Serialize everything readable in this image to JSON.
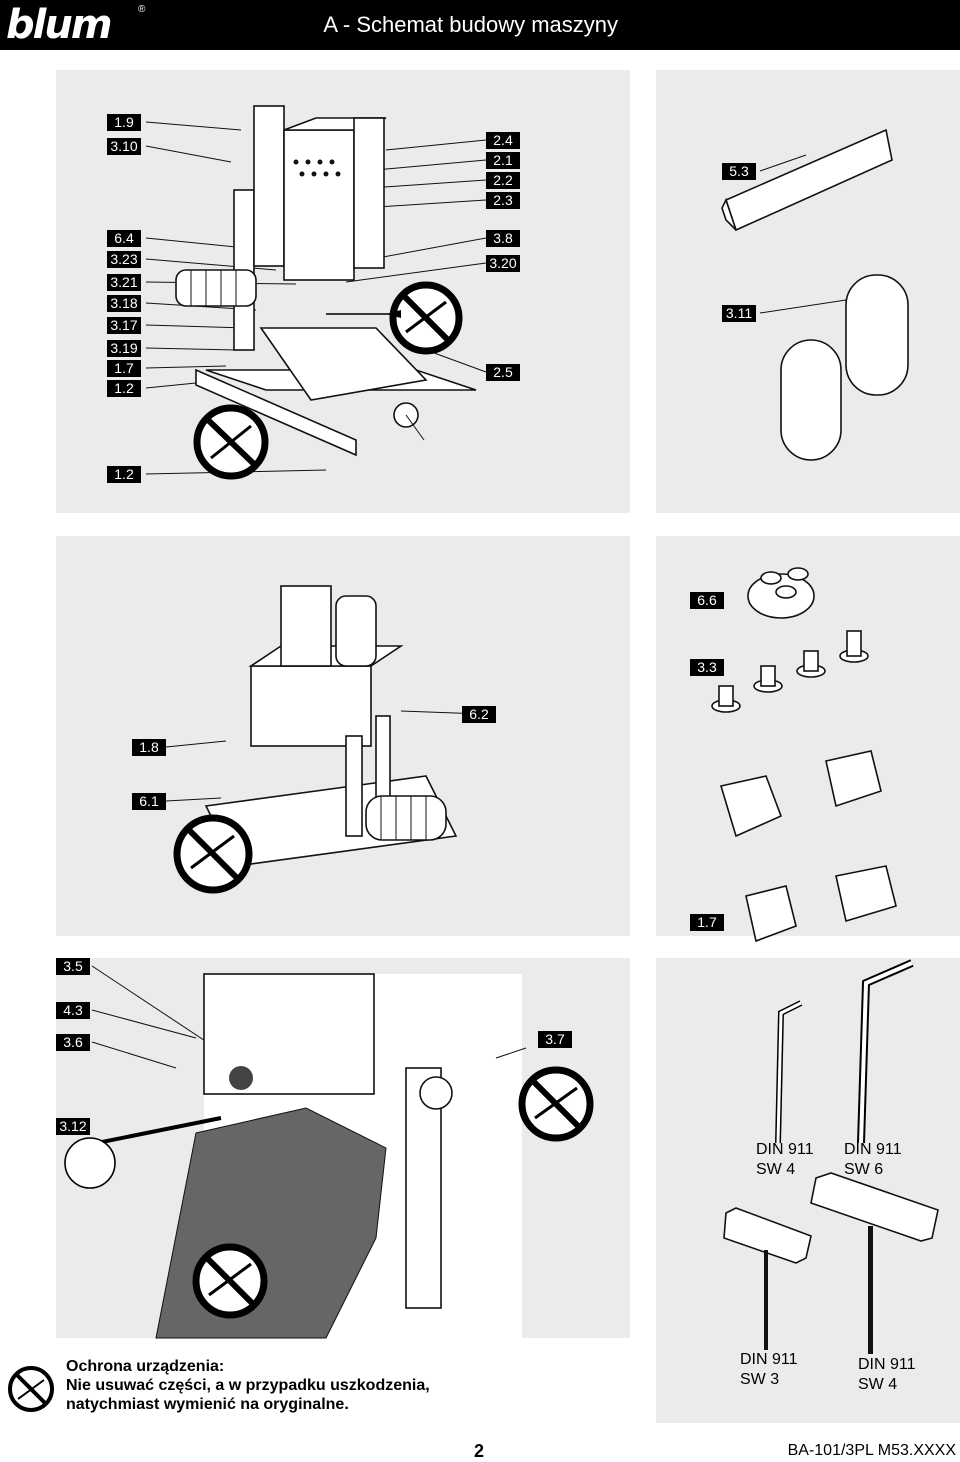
{
  "header": {
    "logo_text": "blum",
    "logo_mark": "®",
    "title": "A - Schemat budowy maszyny"
  },
  "labels": {
    "p1_left": [
      "1.9",
      "3.10",
      "6.4",
      "3.23",
      "3.21",
      "3.18",
      "3.17",
      "3.19",
      "1.7",
      "1.2",
      "1.2"
    ],
    "p1_right": [
      "2.4",
      "2.1",
      "2.2",
      "2.3",
      "3.8",
      "3.20",
      "2.5"
    ],
    "p2": [
      "5.3",
      "3.11"
    ],
    "p3": [
      "6.2",
      "1.8",
      "6.1"
    ],
    "p4": [
      "6.6",
      "3.3",
      "1.7"
    ],
    "p5": [
      "3.5",
      "4.3",
      "3.6",
      "3.7",
      "3.12"
    ]
  },
  "tools": {
    "key_sw4": "DIN 911\nSW 4",
    "key_sw6": "DIN 911\nSW 6",
    "t_sw3": "DIN 911\nSW 3",
    "t_sw4": "DIN 911\nSW 4"
  },
  "notice": {
    "line1": "Ochrona urządzenia:",
    "line2": "Nie usuwać części, a w przypadku uszkodzenia,",
    "line3": "natychmiast wymienić na oryginalne."
  },
  "footer": {
    "page": "2",
    "code": "BA-101/3PL M53.XXXX"
  },
  "icons": {
    "no_tools": "no-wrench-prohibition-icon"
  }
}
